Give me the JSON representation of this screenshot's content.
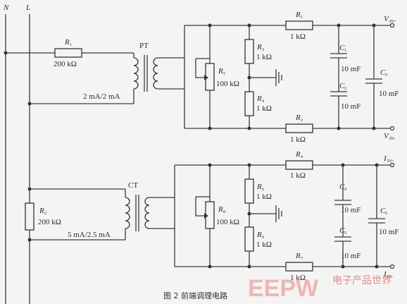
{
  "lines": {
    "n": "N",
    "l": "L"
  },
  "top": {
    "r1_name": "R",
    "r1_sub": "1",
    "r1_value": "200 kΩ",
    "transformer_name": "PT",
    "secondary_current": "2 mA/2 mA",
    "r3_name": "R",
    "r3_sub": "3",
    "r3_value": "1 kΩ",
    "pot_name": "R",
    "pot_sub": "5",
    "pot_value": "100 kΩ",
    "r4_name": "R",
    "r4_sub": "4",
    "r4_value": "1 kΩ",
    "rtop_name": "R",
    "rtop_sub": "1",
    "rtop_value": "1 kΩ",
    "rbot_name": "R",
    "rbot_sub": "2",
    "rbot_value": "1 kΩ",
    "c1_name": "C",
    "c1_sub": "1",
    "c1_value": "10 mF",
    "c2_name": "C",
    "c2_sub": "2",
    "c2_value": "10 mF",
    "c3_name": "C",
    "c3_sub": "3",
    "c3_value": "10 mF",
    "out_plus_name": "V",
    "out_plus_sub": "IN+",
    "out_minus_name": "V",
    "out_minus_sub": "IN-",
    "ground_marker": "⊥"
  },
  "bottom": {
    "r2_name": "R",
    "r2_sub": "2",
    "r2_value": "200 kΩ",
    "transformer_name": "CT",
    "secondary_current": "5 mA/2.5 mA",
    "r6_name": "R",
    "r6_sub": "6",
    "r6_value": "1 kΩ",
    "pot_name": "R",
    "pot_sub": "8",
    "pot_value": "100 kΩ",
    "r9_name": "R",
    "r9_sub": "9",
    "r9_value": "1 kΩ",
    "rtop_name": "R",
    "rtop_sub": "4",
    "rtop_value": "1 kΩ",
    "rbot_name": "R",
    "rbot_sub": "7",
    "rbot_value": "1 kΩ",
    "c4_name": "C",
    "c4_sub": "4",
    "c4_value": "10 mF",
    "c5_name": "C",
    "c5_sub": "5",
    "c5_value": "10 mF",
    "c6_name": "C",
    "c6_sub": "6",
    "c6_value": "10 mF",
    "out_plus_name": "I",
    "out_plus_sub": "IN+",
    "out_minus_name": "I",
    "out_minus_sub": "IN-"
  },
  "caption": "图 2   前端调理电路",
  "watermark": {
    "letters": "EEPW",
    "cn": "电子产品世界"
  }
}
